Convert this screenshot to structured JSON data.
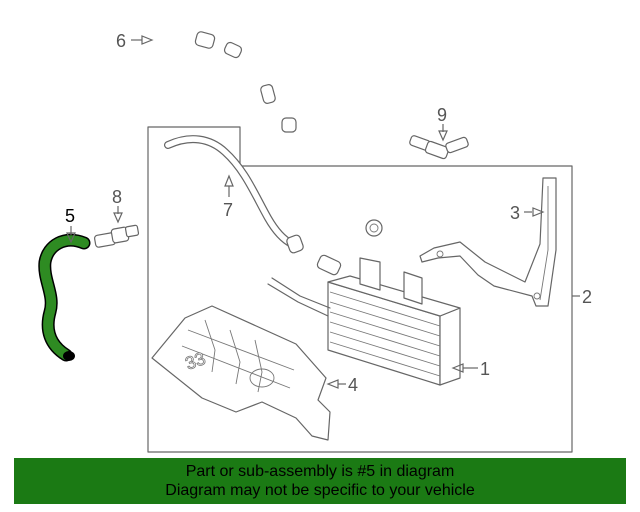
{
  "highlight_color": "#2e8b22",
  "banner_color": "#1b7a14",
  "callouts": {
    "c1": "1",
    "c2": "2",
    "c3": "3",
    "c4": "4",
    "c5": "5",
    "c6": "6",
    "c7": "7",
    "c8": "8",
    "c9": "9"
  },
  "banner": {
    "line1": "Part or sub-assembly is #5 in diagram",
    "line2": "Diagram may not be specific to your vehicle"
  }
}
